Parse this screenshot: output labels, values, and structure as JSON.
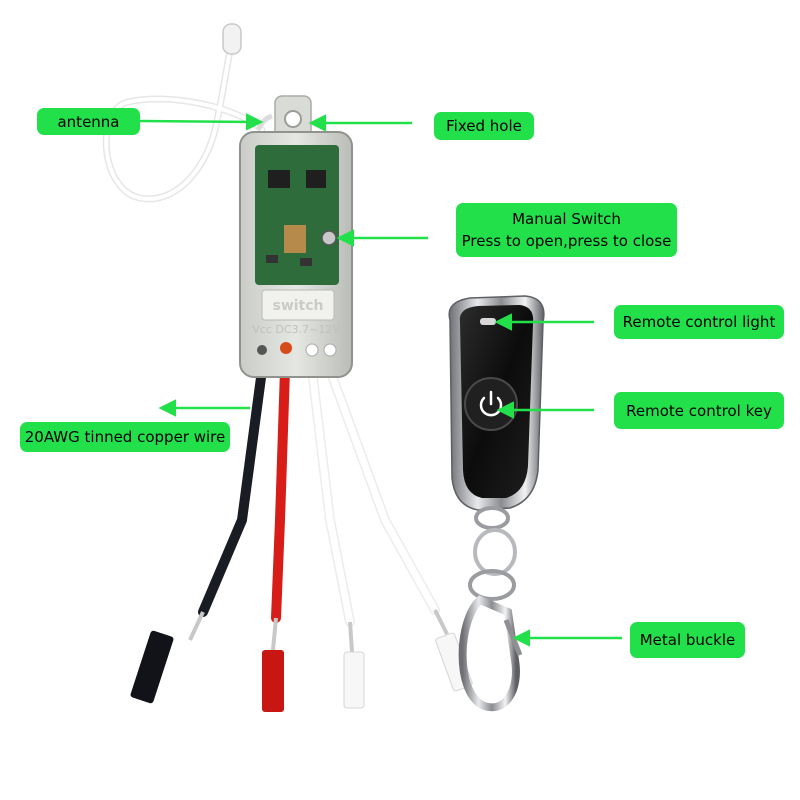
{
  "labels": {
    "antenna": "antenna",
    "fixed_hole": "Fixed hole",
    "manual_switch_line1": "Manual Switch",
    "manual_switch_line2": "Press to open,press to close",
    "remote_control_light": "Remote control light",
    "remote_control_key": "Remote control key",
    "wire": "20AWG tinned copper wire",
    "metal_buckle": "Metal buckle"
  },
  "module_print": {
    "switch": "switch",
    "voltage": "Vcc DC3.7~12V"
  },
  "colors": {
    "callout": "#22e04a",
    "arrow": "#22e04a",
    "wire_black": "#1a1c24",
    "wire_red": "#d81c18",
    "wire_white": "#f4f4f4",
    "remote_body": "#141414"
  },
  "icons": {
    "power_button": "power-icon"
  }
}
